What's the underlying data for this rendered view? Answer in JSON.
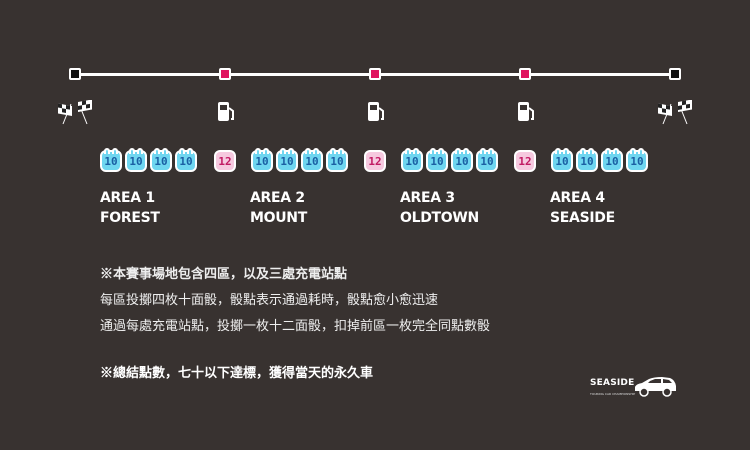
{
  "track": {
    "nodes": [
      {
        "type": "end"
      },
      {
        "type": "stop"
      },
      {
        "type": "stop"
      },
      {
        "type": "stop"
      },
      {
        "type": "end"
      }
    ]
  },
  "icons": [
    "checkered-flag-icon",
    "fuel-pump-icon",
    "fuel-pump-icon",
    "fuel-pump-icon",
    "checkered-flag-icon"
  ],
  "dice": {
    "d10_label": "10",
    "d12_label": "12",
    "d10_color": "#6fd6f0",
    "d12_color": "#f6c9df"
  },
  "areas": [
    {
      "line1": "AREA 1",
      "line2": "FOREST"
    },
    {
      "line1": "AREA 2",
      "line2": "MOUNT"
    },
    {
      "line1": "AREA 3",
      "line2": "OLDTOWN"
    },
    {
      "line1": "AREA 4",
      "line2": "SEASIDE"
    }
  ],
  "rules": {
    "line1": "※本賽事場地包含四區，以及三處充電站點",
    "line2": "每區投擲四枚十面骰，骰點表示通過耗時，骰點愈小愈迅速",
    "line3": "通過每處充電站點，投擲一枚十二面骰，扣掉前區一枚完全同點數骰"
  },
  "note": "※總結點數，七十以下達標，獲得當天的永久車",
  "logo": {
    "word": "SEASIDE",
    "sub": "TOURING CAR CHAMPIONSHIP"
  },
  "colors": {
    "background": "#383230",
    "accent": "#e0135f"
  }
}
